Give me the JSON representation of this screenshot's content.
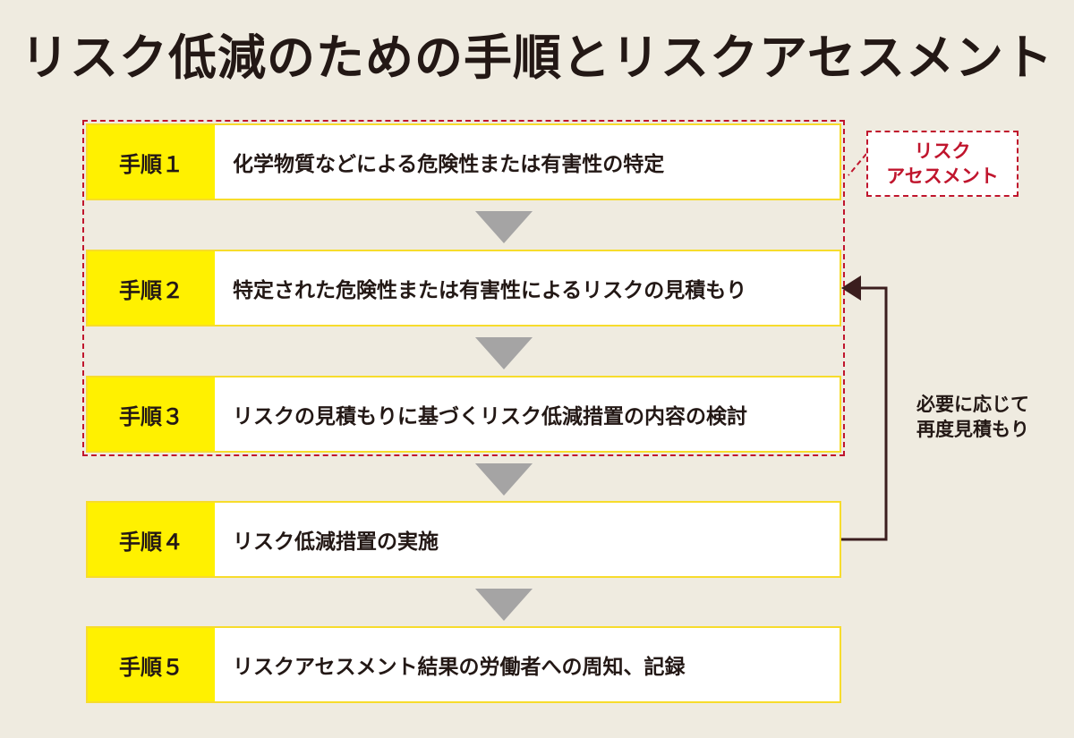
{
  "title": "リスク低減のための手順とリスクアセスメント",
  "colors": {
    "background": "#efebe0",
    "step_label_bg": "#fff100",
    "accent_red": "#c0152d",
    "arrow_gray": "#a5a4a4",
    "connector": "#3b1e1e"
  },
  "steps": [
    {
      "label": "手順１",
      "text": "化学物質などによる危険性または有害性の特定"
    },
    {
      "label": "手順２",
      "text": "特定された危険性または有害性によるリスクの見積もり"
    },
    {
      "label": "手順３",
      "text": "リスクの見積もりに基づくリスク低減措置の内容の検討"
    },
    {
      "label": "手順４",
      "text": "リスク低減措置の実施"
    },
    {
      "label": "手順５",
      "text": "リスクアセスメント結果の労働者への周知、記録"
    }
  ],
  "risk_assessment_callout": {
    "line1": "リスク",
    "line2": "アセスメント"
  },
  "feedback": {
    "line1": "必要に応じて",
    "line2": "再度見積もり"
  }
}
